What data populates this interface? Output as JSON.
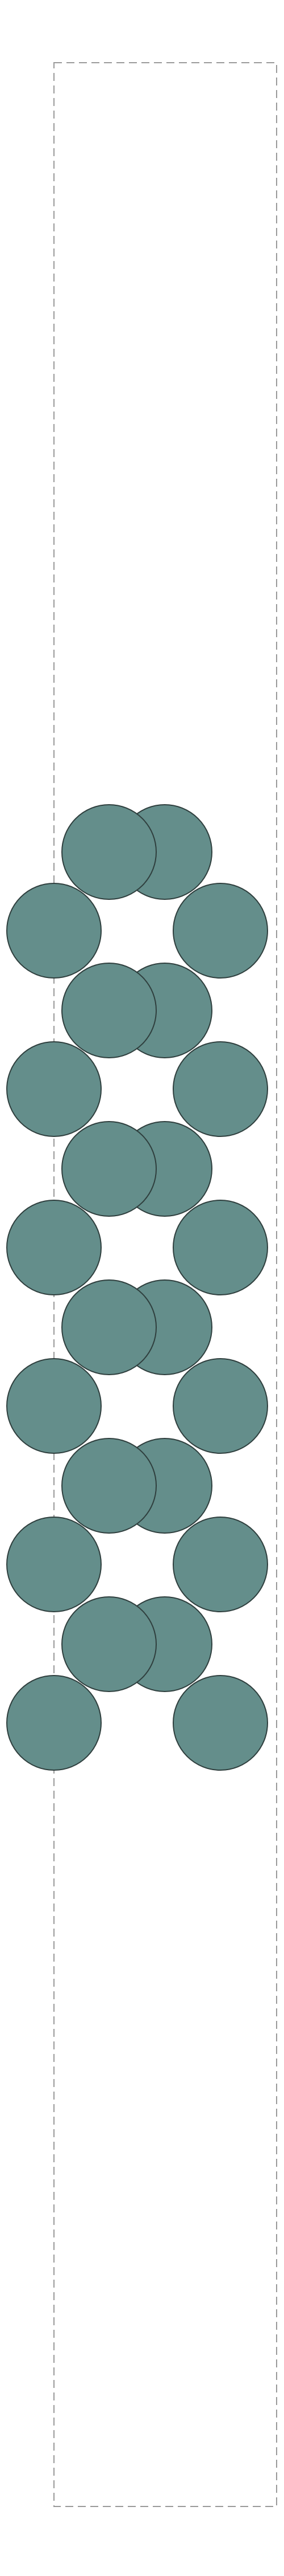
{
  "colors": {
    "background": "#ffffff",
    "ball_fill": "#648e8b",
    "ball_stroke": "#2f3f3e",
    "boundary_stroke": "#9a9a9a"
  },
  "diagram": {
    "boundary_style": "dashed",
    "layers": 6,
    "balls_per_layer": 4,
    "layer_pattern": [
      "inner-left",
      "inner-right",
      "outer-left",
      "outer-right"
    ]
  }
}
